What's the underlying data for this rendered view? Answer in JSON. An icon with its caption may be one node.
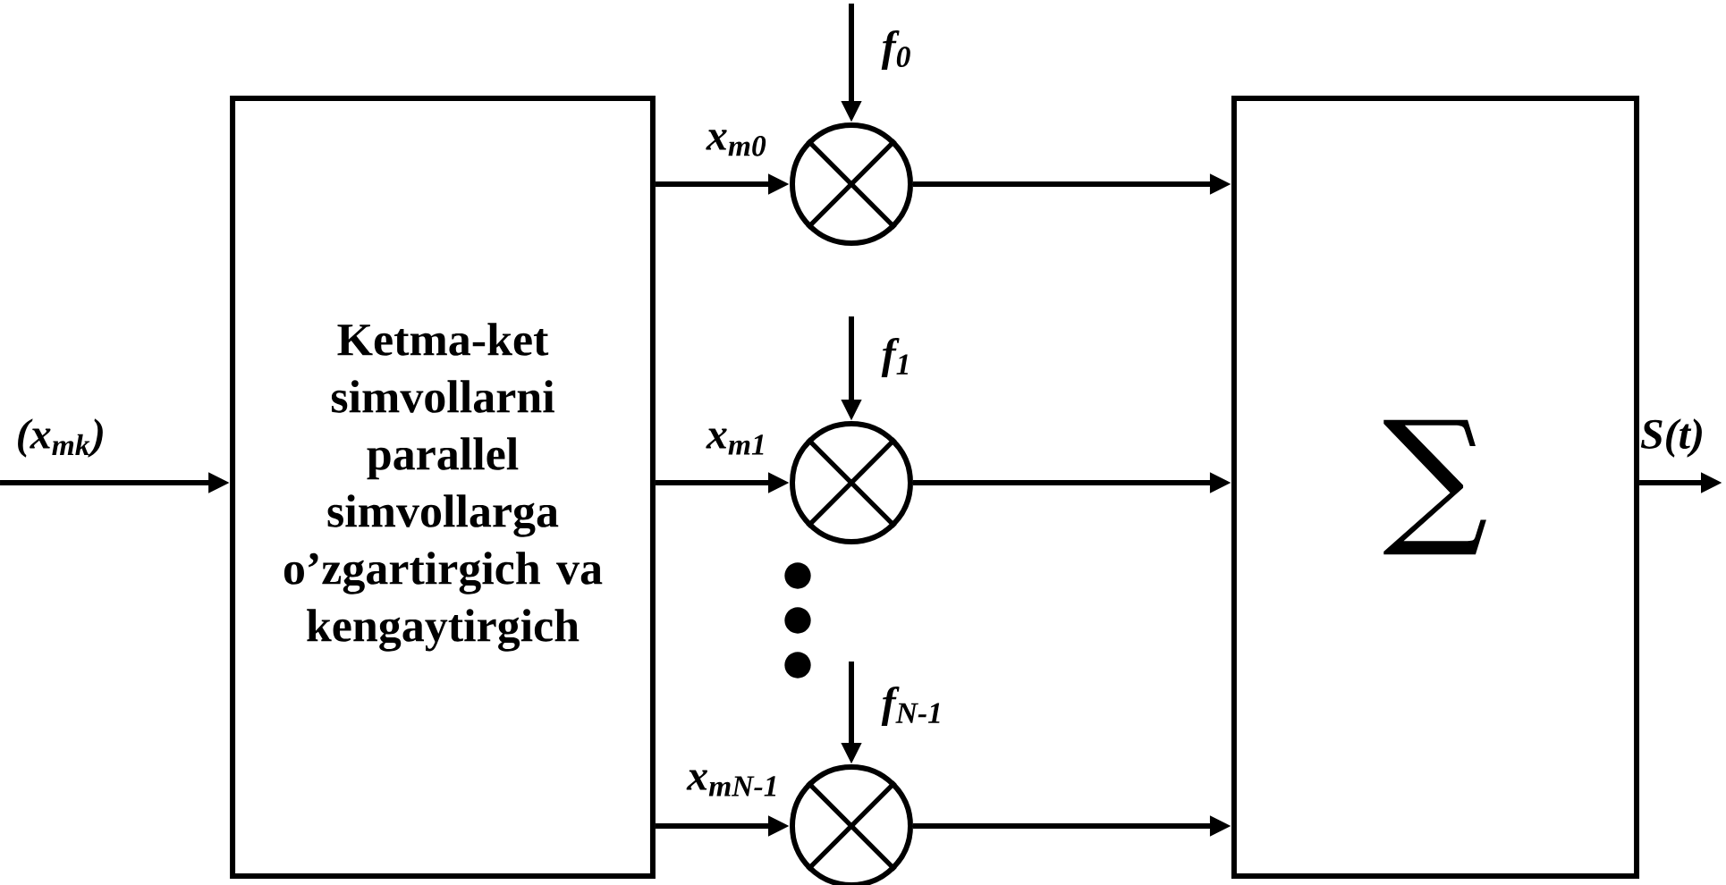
{
  "diagram": {
    "nodes": [
      {
        "text": [
          "Ketma-ket simvollarni parallel simvollarga o’zgartirgich va kengaytirgich"
        ]
      },
      {
        "text": [],
        "shape": "circle"
      },
      {
        "text": [],
        "shape": "circle"
      },
      {
        "text": [],
        "shape": "circle"
      },
      {
        "text": [
          "∑"
        ]
      }
    ],
    "edges": [
      {
        "from": null,
        "to": 0,
        "arrow": "to",
        "label": "(x$_{mk}$)"
      },
      {
        "from": 0,
        "to": 1,
        "arrow": "to",
        "label": "x$_{m0}$"
      },
      {
        "from": 0,
        "to": 2,
        "arrow": "to",
        "label": "x$_{m1}$"
      },
      {
        "from": 0,
        "to": 3,
        "arrow": "to",
        "label": "x$_{mN-1}$"
      },
      {
        "from": null,
        "to": 1,
        "arrow": "to",
        "label": "f$_{0}$"
      },
      {
        "from": null,
        "to": 2,
        "arrow": "to",
        "label": "f$_{1}$"
      },
      {
        "from": null,
        "to": 3,
        "arrow": "to",
        "label": "f$_{N-1}$"
      },
      {
        "from": 1,
        "to": 4,
        "arrow": "to"
      },
      {
        "from": 2,
        "to": 4,
        "arrow": "to"
      },
      {
        "from": 3,
        "to": 4,
        "arrow": "to"
      },
      {
        "from": 4,
        "to": null,
        "arrow": "to",
        "label": "S(t)"
      }
    ]
  }
}
